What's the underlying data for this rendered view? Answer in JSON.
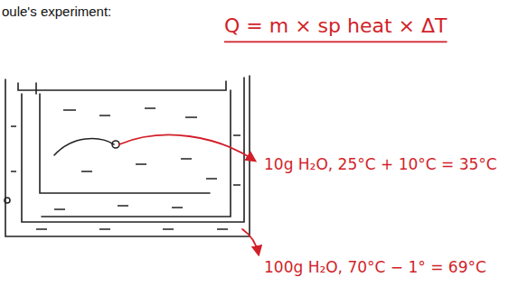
{
  "diagram": {
    "title": "oule's experiment:",
    "labels": [
      "Q = m × sp heat × ΔT",
      "10g H₂O, 25°C + 10°C = 35°C",
      "100g H₂O, 70°C − 1° = 69°C"
    ]
  }
}
